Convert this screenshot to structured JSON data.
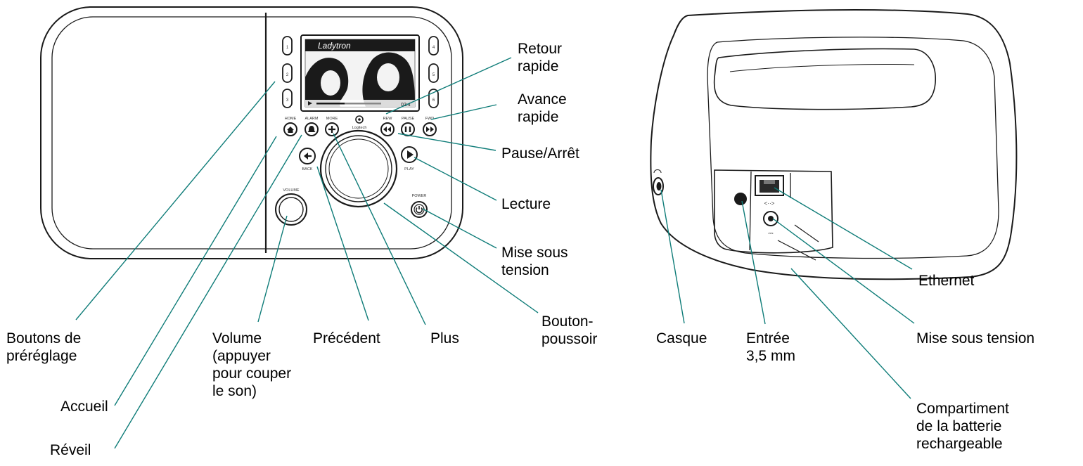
{
  "device_front": {
    "screen_band": "Ladytron",
    "screen_time": "02:4",
    "button_labels": {
      "home": "HOME",
      "alarm": "ALARM",
      "more": "MORE",
      "rew": "REW",
      "pause": "PAUSE",
      "fwd": "FWD",
      "back": "BACK",
      "play": "PLAY",
      "power": "POWER",
      "volume": "VOLUME"
    },
    "preset_numbers": [
      "1",
      "2",
      "3",
      "4",
      "5",
      "6"
    ],
    "brand": "Logitech"
  },
  "device_rear": {
    "ethernet_symbol": "<··>",
    "power_symbol": "⎓"
  },
  "callouts": {
    "retour_rapide": "Retour\nrapide",
    "avance_rapide": "Avance\nrapide",
    "pause_arret": "Pause/Arrêt",
    "lecture": "Lecture",
    "mise_sous_tension_front": "Mise sous\ntension",
    "bouton_poussoir": "Bouton-\npoussoir",
    "plus": "Plus",
    "precedent": "Précédent",
    "volume": "Volume\n(appuyer\npour couper\nle son)",
    "boutons_prereglage": "Boutons de\npréréglage",
    "accueil": "Accueil",
    "reveil": "Réveil",
    "casque": "Casque",
    "entree": "Entrée\n3,5 mm",
    "ethernet": "Ethernet",
    "mise_sous_tension_rear": "Mise sous tension",
    "compartiment": "Compartiment\nde la batterie\nrechargeable"
  },
  "colors": {
    "leader_line": "#0e7c78",
    "outline": "#1a1a1a",
    "label": "#000000"
  }
}
